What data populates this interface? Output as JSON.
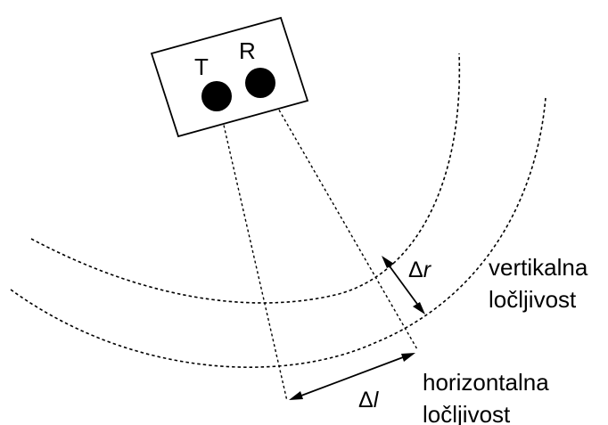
{
  "device": {
    "transmitter_label": "T",
    "receiver_label": "R"
  },
  "labels": {
    "delta_r": {
      "delta": "Δ",
      "var": "r"
    },
    "delta_l": {
      "delta": "Δ",
      "var": "l"
    },
    "vertical_resolution": [
      "vertikalna",
      "ločljivost"
    ],
    "horizontal_resolution": [
      "horizontalna",
      "ločljivost"
    ]
  },
  "colors": {
    "line": "#000000",
    "background": "#ffffff"
  }
}
